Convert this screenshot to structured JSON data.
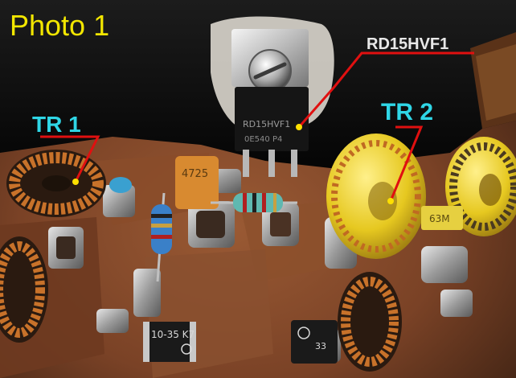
{
  "photo": {
    "title": "Photo 1",
    "part_label": "RD15HVF1",
    "transformer_labels": [
      "TR 1",
      "TR 2"
    ],
    "component_markings": {
      "mosfet_body": "RD15HVF1",
      "mosfet_lot": "0E540 P4",
      "tantalum_cap_top": "4725",
      "tantalum_cap_bottom": "10-35 K7",
      "ceramic_cap": "63M",
      "trimmer": "33"
    }
  },
  "colors": {
    "title": "#f2e600",
    "part_label": "#e8e8e8",
    "transformer_labels": "#2fd6e6",
    "leader_lines": "#e01010",
    "leader_dots": "#ffe000"
  }
}
